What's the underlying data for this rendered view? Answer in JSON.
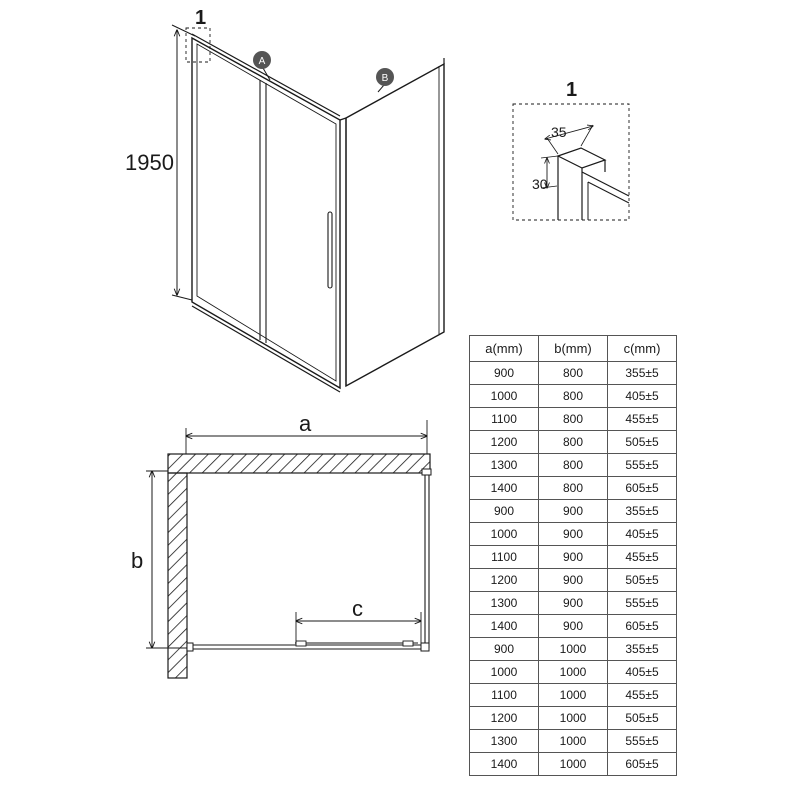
{
  "labels": {
    "height": "1950",
    "detail_marker": "1",
    "detail_title": "1",
    "panel_a": "A",
    "panel_b": "B",
    "profile_width": "35",
    "profile_depth": "30",
    "plan_a": "a",
    "plan_b": "b",
    "plan_c": "c"
  },
  "table": {
    "headers": [
      "a(mm)",
      "b(mm)",
      "c(mm)"
    ],
    "rows": [
      [
        "900",
        "800",
        "355±5"
      ],
      [
        "1000",
        "800",
        "405±5"
      ],
      [
        "1100",
        "800",
        "455±5"
      ],
      [
        "1200",
        "800",
        "505±5"
      ],
      [
        "1300",
        "800",
        "555±5"
      ],
      [
        "1400",
        "800",
        "605±5"
      ],
      [
        "900",
        "900",
        "355±5"
      ],
      [
        "1000",
        "900",
        "405±5"
      ],
      [
        "1100",
        "900",
        "455±5"
      ],
      [
        "1200",
        "900",
        "505±5"
      ],
      [
        "1300",
        "900",
        "555±5"
      ],
      [
        "1400",
        "900",
        "605±5"
      ],
      [
        "900",
        "1000",
        "355±5"
      ],
      [
        "1000",
        "1000",
        "405±5"
      ],
      [
        "1100",
        "1000",
        "455±5"
      ],
      [
        "1200",
        "1000",
        "505±5"
      ],
      [
        "1300",
        "1000",
        "555±5"
      ],
      [
        "1400",
        "1000",
        "605±5"
      ]
    ]
  },
  "colors": {
    "line": "#1a1a1a",
    "badge": "#555555",
    "background": "#ffffff"
  }
}
